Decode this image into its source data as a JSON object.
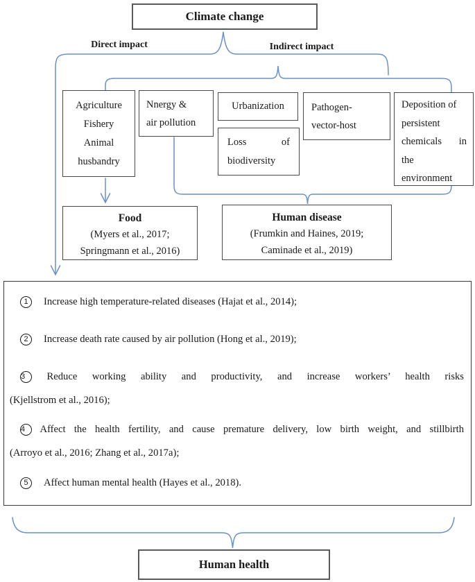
{
  "colors": {
    "connector": "#6a90c9",
    "box_border": "#474747",
    "outer_border": "#595959"
  },
  "climate_box": {
    "label": "Climate change"
  },
  "branches": {
    "direct": "Direct impact",
    "indirect": "Indirect impact"
  },
  "factors": {
    "agriculture": {
      "lines": [
        "Agriculture",
        "Fishery",
        "Animal",
        "husbandry"
      ]
    },
    "energy": {
      "lines": [
        "Nnergy &",
        "air pollution"
      ]
    },
    "urbanization": {
      "label": "Urbanization"
    },
    "biodiversity": {
      "word1": "Loss",
      "word2": "of",
      "line2": "biodiversity"
    },
    "pathogen": {
      "lines": [
        "Pathogen-",
        "vector-host"
      ]
    },
    "deposition": {
      "line1": "Deposition of",
      "line2": "persistent",
      "word3a": "chemicals",
      "word3b": "in",
      "line4": "the",
      "line5": "environment"
    }
  },
  "outcomes": {
    "food": {
      "title": "Food",
      "refs": [
        "(Myers et al., 2017;",
        "Springmann et al., 2016)"
      ]
    },
    "disease": {
      "title": "Human disease",
      "refs": [
        "(Frumkin and Haines, 2019;",
        "Caminade et al., 2019)"
      ]
    }
  },
  "impacts": {
    "items": [
      {
        "num": "1",
        "text": "Increase high temperature-related diseases (Hajat et al., 2014);"
      },
      {
        "num": "2",
        "text": "Increase death rate caused by air pollution (Hong et al., 2019);"
      },
      {
        "num": "3",
        "line1": "Reduce working ability and productivity, and increase workers’ health risks",
        "line2": "(Kjellstrom et al., 2016);"
      },
      {
        "num": "4",
        "line1": "Affect the health fertility, and cause premature delivery, low birth weight, and stillbirth",
        "line2": "(Arroyo et al., 2016; Zhang et al., 2017a);"
      },
      {
        "num": "5",
        "text": "Affect human mental health (Hayes et al., 2018)."
      }
    ]
  },
  "health_box": {
    "label": "Human health"
  }
}
